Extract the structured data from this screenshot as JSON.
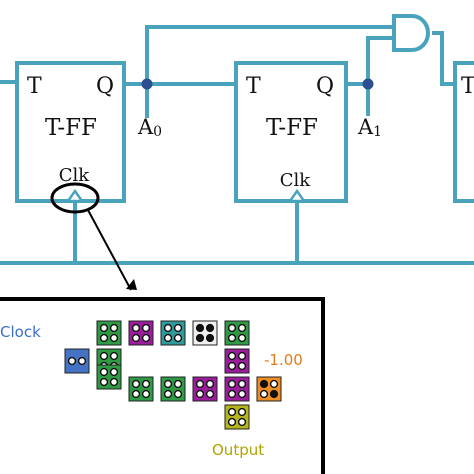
{
  "colors": {
    "wire": "#4aa3bd",
    "node": "#2b4f8f",
    "clock_tile": "#4472c4",
    "green_tile": "#2e9a44",
    "magenta_tile": "#9b1d9b",
    "teal_tile": "#2e9a9a",
    "white_tile": "#f0f0f0",
    "olive_tile": "#b5b51f",
    "orange_tile": "#ef8e22",
    "clock_text": "#3b6fc4",
    "value_text": "#e07b1a",
    "output_text": "#b0a300"
  },
  "flipflops": [
    {
      "t_label": "T",
      "q_label": "Q",
      "name": "T-FF",
      "clk_label": "Clk"
    },
    {
      "t_label": "T",
      "q_label": "Q",
      "name": "T-FF",
      "clk_label": "Clk"
    },
    {
      "t_label": "T"
    }
  ],
  "outputs": [
    {
      "letter": "A",
      "sub": "0"
    },
    {
      "letter": "A",
      "sub": "1"
    }
  ],
  "inset": {
    "clock_label": "Clock",
    "value_label": "-1.00",
    "output_label": "Output"
  }
}
